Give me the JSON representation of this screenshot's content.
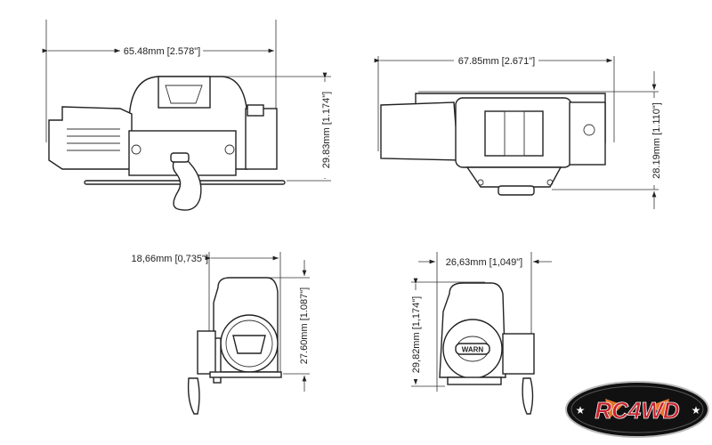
{
  "views": {
    "side": {
      "width_label": "65.48mm [2.578\"]",
      "height_label": "29.83mm [1.174\"]"
    },
    "top": {
      "width_label": "67.85mm [2.671\"]",
      "height_label": "28.19mm [1.110\"]"
    },
    "end_left": {
      "width_label": "18,66mm [0,735\"]",
      "height_label": "27.60mm [1.087\"]"
    },
    "end_right": {
      "width_label": "26,63mm [1,049\"]",
      "height_label": "29,82mm [1,174\"]",
      "badge": "WARN"
    }
  },
  "logo": {
    "text": "RC4WD",
    "colors": {
      "ring": "#111111",
      "letters": "#c8202a",
      "bolts": "#e8742a"
    }
  }
}
